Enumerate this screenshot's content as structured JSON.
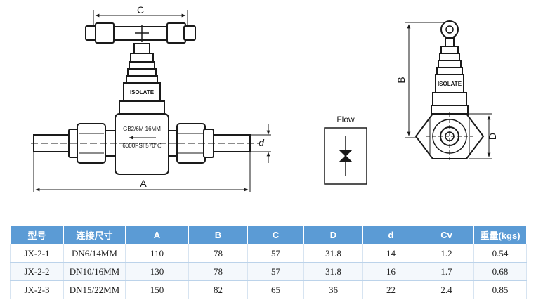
{
  "drawing": {
    "labels": {
      "dim_c": "C",
      "dim_a": "A",
      "dim_d_small": "d",
      "dim_b": "B",
      "dim_d_large": "D",
      "stem_plate": "ISOLATE",
      "body_line1": "GB2/6M  16MM",
      "body_line2": "6000PSI  570℃",
      "side_plate": "ISOLATE",
      "flow": "Flow"
    }
  },
  "table": {
    "headers": [
      "型号",
      "连接尺寸",
      "A",
      "B",
      "C",
      "D",
      "d",
      "Cv",
      "重量(kgs)"
    ],
    "rows": [
      [
        "JX-2-1",
        "DN6/14MM",
        "110",
        "78",
        "57",
        "31.8",
        "14",
        "1.2",
        "0.54"
      ],
      [
        "JX-2-2",
        "DN10/16MM",
        "130",
        "78",
        "57",
        "31.8",
        "16",
        "1.7",
        "0.68"
      ],
      [
        "JX-2-3",
        "DN15/22MM",
        "150",
        "82",
        "65",
        "36",
        "22",
        "2.4",
        "0.85"
      ]
    ],
    "colors": {
      "header_bg": "#5b9bd5",
      "header_text": "#ffffff"
    }
  }
}
